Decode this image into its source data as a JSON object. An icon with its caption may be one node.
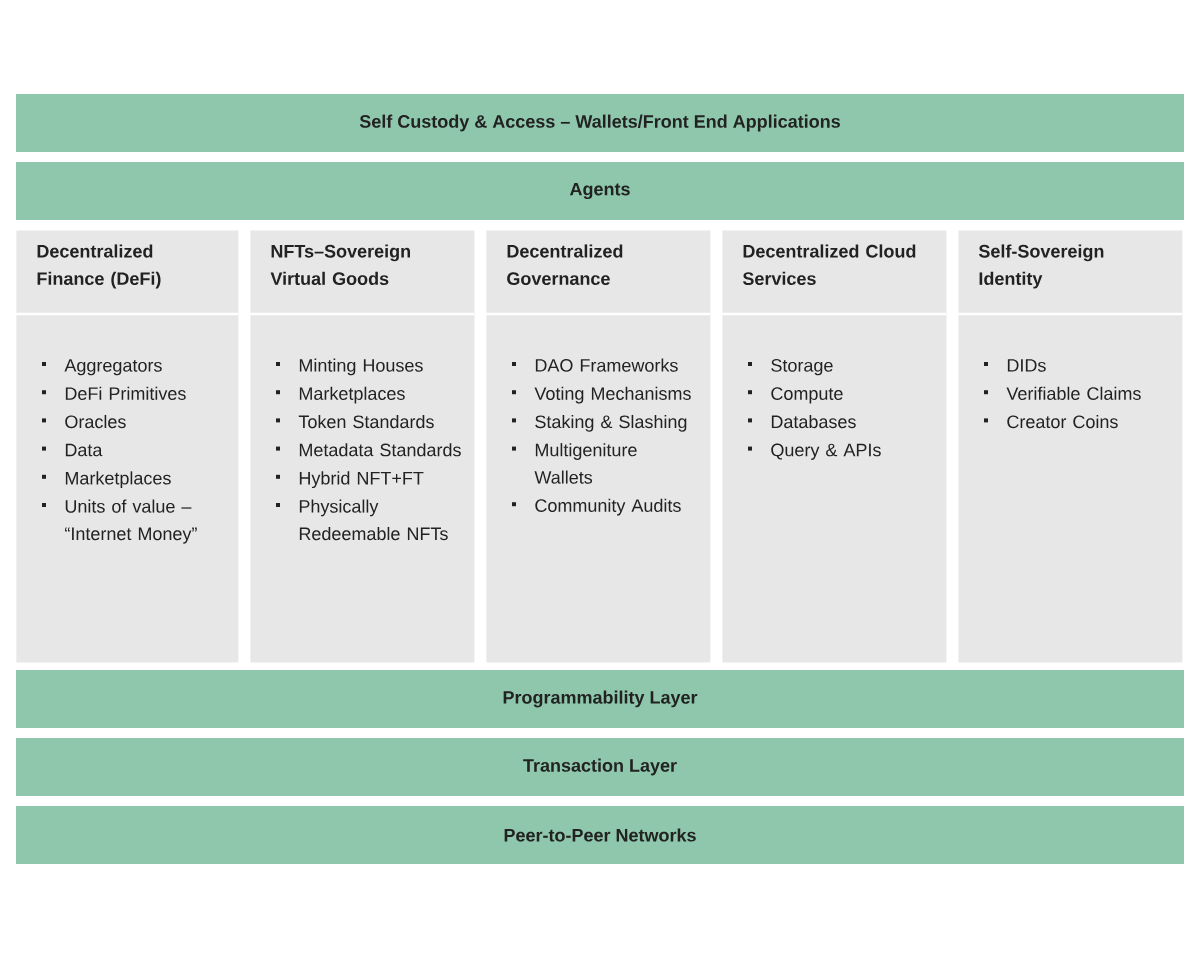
{
  "diagram": {
    "nodes": [
      {
        "text": [
          "Self Custody & Access – Wallets/Front End Applications"
        ]
      },
      {
        "text": [
          "Agents"
        ]
      },
      {
        "text": [
          "Decentralized Finance (DeFi)",
          "Aggregators",
          "DeFi Primitives",
          "Oracles",
          "Data",
          "Marketplaces",
          "Units of value – “Internet Money”"
        ]
      },
      {
        "text": [
          "NFTs–Sovereign Virtual Goods",
          "Minting Houses",
          "Marketplaces",
          "Token Standards",
          "Metadata Standards",
          "Hybrid NFT+FT",
          "Physically Redeemable NFTs"
        ]
      },
      {
        "text": [
          "Decentralized Governance",
          "DAO Frameworks",
          "Voting Mechanisms",
          "Staking & Slashing",
          "Multigeniture Wallets",
          "Community Audits"
        ]
      },
      {
        "text": [
          "Decentralized Cloud Services",
          "Storage",
          "Compute",
          "Databases",
          "Query & APIs"
        ]
      },
      {
        "text": [
          "Self-Sovereign Identity",
          "DIDs",
          "Verifiable Claims",
          "Creator Coins"
        ]
      },
      {
        "text": [
          "Programmability Layer"
        ]
      },
      {
        "text": [
          "Transaction Layer"
        ]
      },
      {
        "text": [
          "Peer-to-Peer Networks"
        ]
      }
    ]
  }
}
